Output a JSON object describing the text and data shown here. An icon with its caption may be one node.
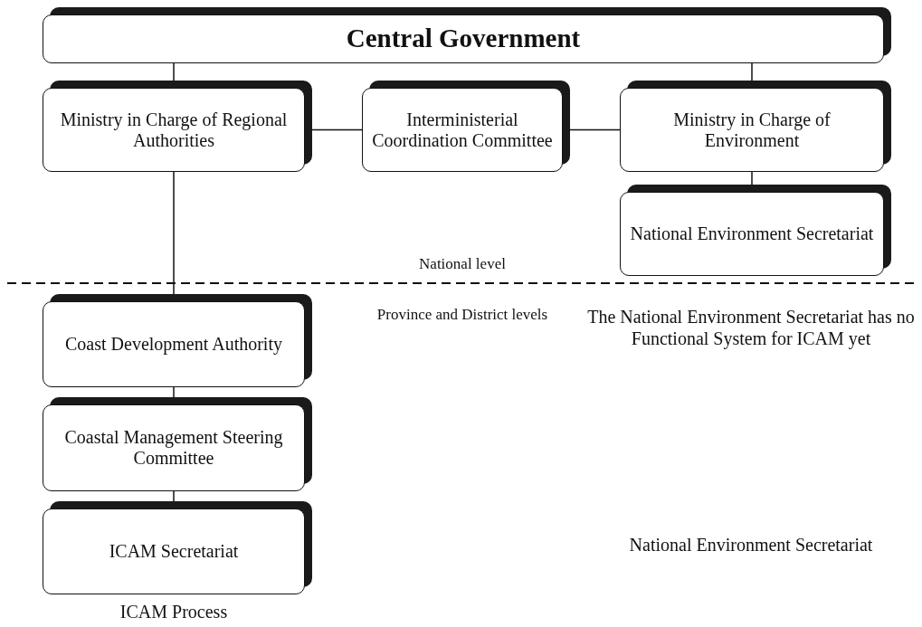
{
  "diagram": {
    "nodes": [
      {
        "text": [
          "Central Government"
        ]
      },
      {
        "text": [
          "Ministry in Charge of Regional Authorities"
        ]
      },
      {
        "text": [
          "Interministerial Coordination Committee"
        ]
      },
      {
        "text": [
          "Ministry in Charge of Environment"
        ]
      },
      {
        "text": [
          "National Environment Secretariat"
        ]
      },
      {
        "text": [
          "Coast Development Authority"
        ]
      },
      {
        "text": [
          "Coastal Management Steering Committee"
        ]
      },
      {
        "text": [
          "ICAM Secretariat"
        ]
      }
    ],
    "edges": [
      {
        "from": 0,
        "to": 1,
        "arrow": "none"
      },
      {
        "from": 0,
        "to": 3,
        "arrow": "none"
      },
      {
        "from": 1,
        "to": 2,
        "arrow": "none"
      },
      {
        "from": 2,
        "to": 3,
        "arrow": "none"
      },
      {
        "from": 3,
        "to": 4,
        "arrow": "none"
      },
      {
        "from": 1,
        "to": 5,
        "arrow": "none"
      },
      {
        "from": 5,
        "to": 6,
        "arrow": "none"
      },
      {
        "from": 6,
        "to": 7,
        "arrow": "none"
      }
    ],
    "labels": [
      "National level",
      "Province and District levels",
      "The National Environment Secretariat has no Functional System for ICAM yet",
      "National Environment Secretariat",
      "ICAM Process"
    ]
  }
}
